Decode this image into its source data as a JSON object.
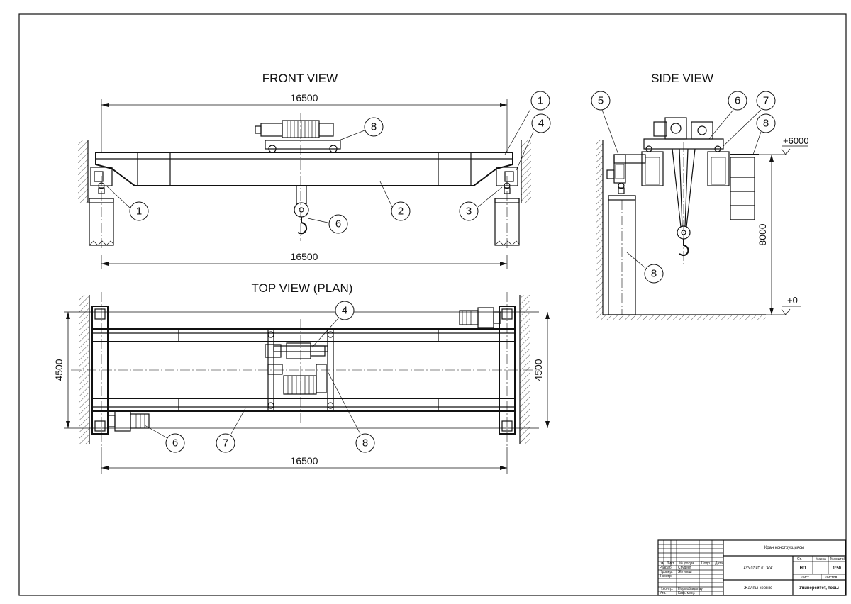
{
  "views": {
    "front": "FRONT VIEW",
    "side": "SIDE VIEW",
    "top": "TOP VIEW (PLAN)"
  },
  "dims": {
    "front_span_top": "16500",
    "front_span_bottom": "16500",
    "top_span": "16500",
    "top_width_left": "4500",
    "top_width_right": "4500",
    "side_height": "8000",
    "side_level_top": "+6000",
    "side_level_zero": "+0"
  },
  "callouts": {
    "front": [
      "1",
      "4",
      "8",
      "1",
      "2",
      "3",
      "6"
    ],
    "side": [
      "5",
      "6",
      "7",
      "8",
      "8"
    ],
    "top": [
      "4",
      "6",
      "7",
      "8"
    ]
  },
  "title_block": {
    "title": "Кран конструкциясы",
    "doc_number": "АУУ.07.КП.01.ЖЖ",
    "head": {
      "izm": "Ізм",
      "sheet": "Лист",
      "no_doc": "№ докум",
      "sign": "Подп.",
      "date": "Дата"
    },
    "roles": [
      {
        "role": "Разраб.",
        "name": "Студент"
      },
      {
        "role": "Провер.",
        "name": "Жетекші"
      },
      {
        "role": "Т.контр.",
        "name": ""
      },
      {
        "role": "",
        "name": ""
      },
      {
        "role": "Н.контр.",
        "name": "Нормобақылау"
      },
      {
        "role": "Утв.",
        "name": "Каф. меңг."
      }
    ],
    "stage_label": "Ст.",
    "mass_label": "Масса",
    "scale_label": "Масштаб",
    "stage": "НП",
    "scale": "1:50",
    "sheet_label": "Лист",
    "sheets_label": "Листов",
    "general_view": "Жалпы көрініс",
    "org": "Университет, тобы"
  },
  "colors": {
    "line": "#111111",
    "paper": "#ffffff"
  }
}
